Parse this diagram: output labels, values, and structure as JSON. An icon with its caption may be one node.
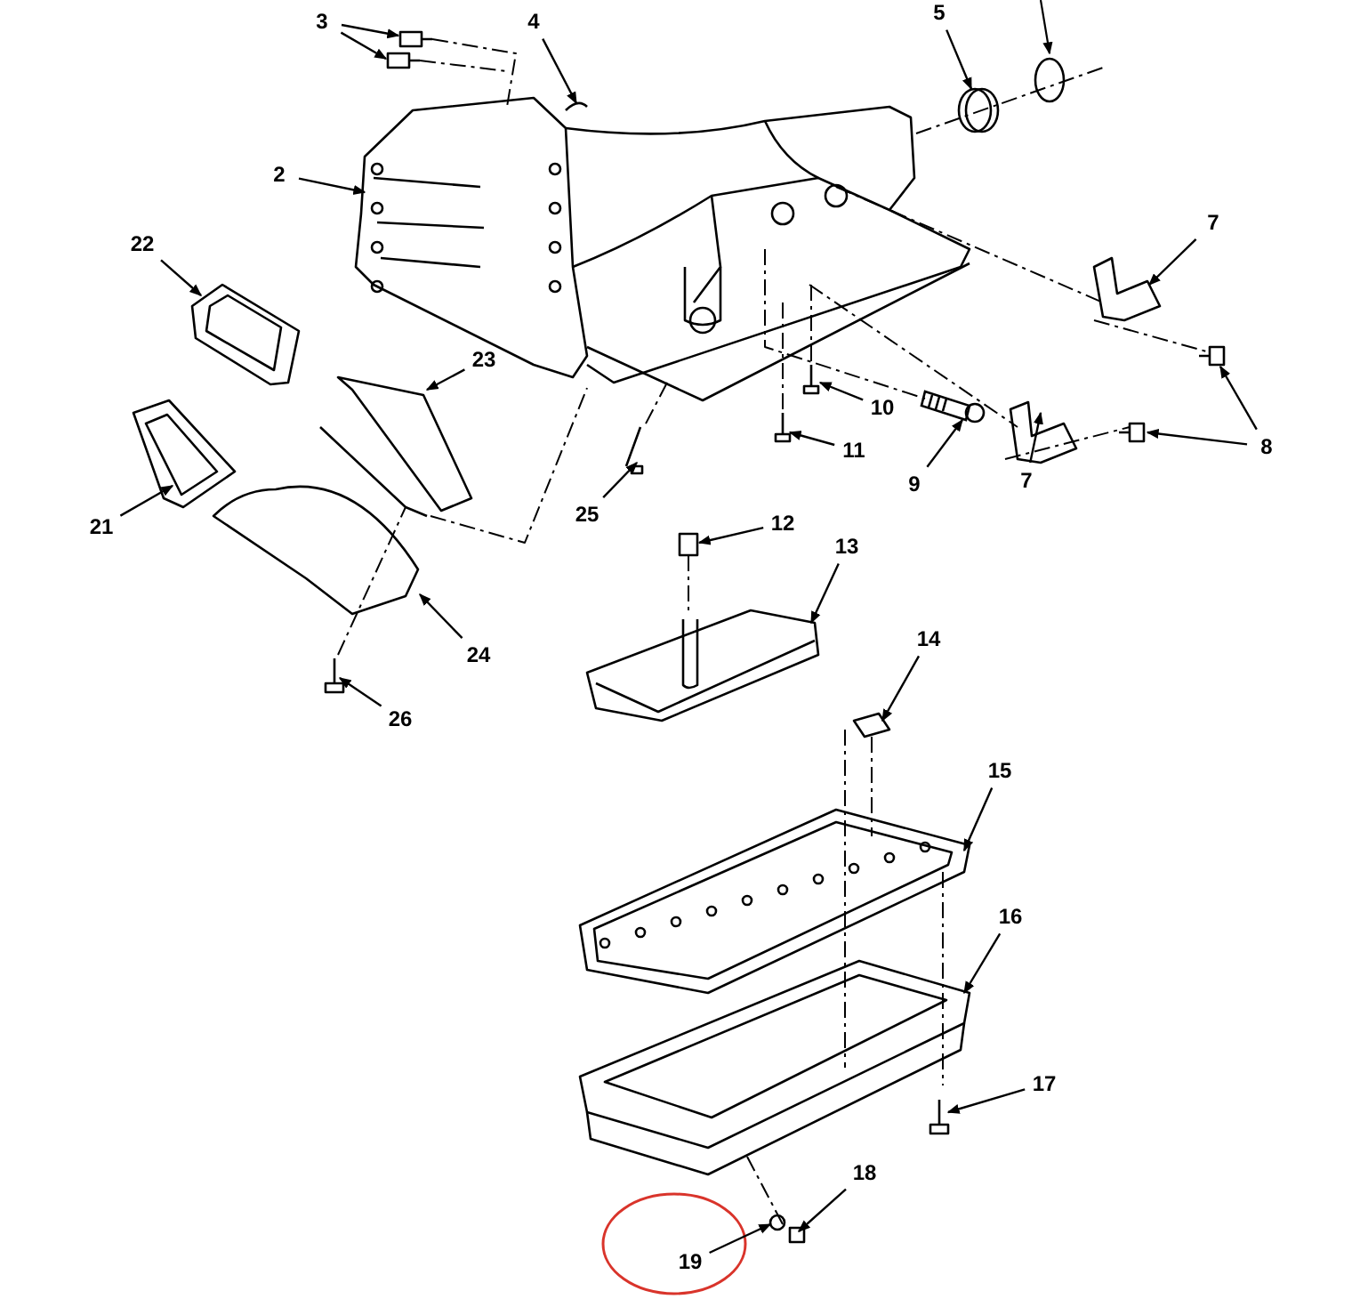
{
  "diagram": {
    "nodes": [
      {
        "text": [
          "2"
        ]
      },
      {
        "text": [
          "3"
        ]
      },
      {
        "text": [
          "4"
        ]
      },
      {
        "text": [
          "5"
        ]
      },
      {
        "text": [
          "7"
        ]
      },
      {
        "text": [
          "7"
        ]
      },
      {
        "text": [
          "8"
        ]
      },
      {
        "text": [
          "9"
        ]
      },
      {
        "text": [
          "10"
        ]
      },
      {
        "text": [
          "11"
        ]
      },
      {
        "text": [
          "12"
        ]
      },
      {
        "text": [
          "13"
        ]
      },
      {
        "text": [
          "14"
        ]
      },
      {
        "text": [
          "15"
        ]
      },
      {
        "text": [
          "16"
        ]
      },
      {
        "text": [
          "17"
        ]
      },
      {
        "text": [
          "18"
        ]
      },
      {
        "text": [
          "19"
        ]
      },
      {
        "text": [
          "21"
        ]
      },
      {
        "text": [
          "22"
        ]
      },
      {
        "text": [
          "23"
        ]
      },
      {
        "text": [
          "24"
        ]
      },
      {
        "text": [
          "25"
        ]
      },
      {
        "text": [
          "26"
        ]
      },
      {
        "text": [],
        "shape": "bar"
      }
    ],
    "edges": [
      {
        "from": 0,
        "to": null,
        "arrow": "to"
      },
      {
        "from": 1,
        "to": null,
        "arrow": "to"
      },
      {
        "from": 1,
        "to": null,
        "arrow": "to"
      },
      {
        "from": 2,
        "to": null,
        "arrow": "to"
      },
      {
        "from": 3,
        "to": null,
        "arrow": "to"
      },
      {
        "from": 4,
        "to": null,
        "arrow": "to"
      },
      {
        "from": 5,
        "to": null,
        "arrow": "to"
      },
      {
        "from": 6,
        "to": null,
        "arrow": "to"
      },
      {
        "from": 6,
        "to": null,
        "arrow": "to"
      },
      {
        "from": 7,
        "to": 24,
        "arrow": "to"
      },
      {
        "from": 8,
        "to": null,
        "arrow": "to"
      },
      {
        "from": 9,
        "to": null,
        "arrow": "to"
      },
      {
        "from": 10,
        "to": null,
        "arrow": "to"
      },
      {
        "from": 11,
        "to": null,
        "arrow": "to"
      },
      {
        "from": 12,
        "to": null,
        "arrow": "to"
      },
      {
        "from": 13,
        "to": null,
        "arrow": "to"
      },
      {
        "from": 14,
        "to": null,
        "arrow": "to"
      },
      {
        "from": 15,
        "to": null,
        "arrow": "to"
      },
      {
        "from": 16,
        "to": null,
        "arrow": "to"
      },
      {
        "from": 17,
        "to": null,
        "arrow": "to"
      },
      {
        "from": 18,
        "to": null,
        "arrow": "to"
      },
      {
        "from": 19,
        "to": null,
        "arrow": "to"
      },
      {
        "from": 20,
        "to": null,
        "arrow": "to"
      },
      {
        "from": 21,
        "to": null,
        "arrow": "to"
      },
      {
        "from": 22,
        "to": null,
        "arrow": "to"
      },
      {
        "from": 23,
        "to": null,
        "arrow": "to"
      }
    ]
  }
}
